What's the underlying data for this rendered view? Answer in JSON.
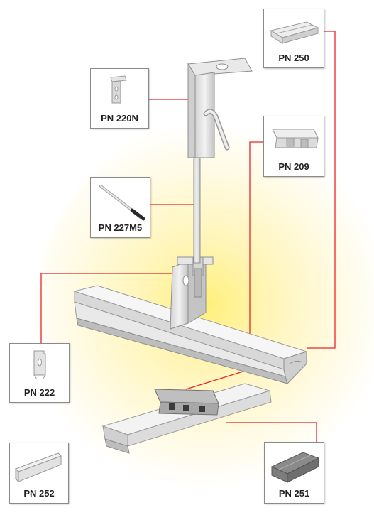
{
  "parts": [
    {
      "id": "pn-250",
      "label": "PN 250",
      "icon": "double-channel-profile-icon"
    },
    {
      "id": "pn-220n",
      "label": "PN 220N",
      "icon": "angle-bracket-icon"
    },
    {
      "id": "pn-209",
      "label": "PN 209",
      "icon": "connector-clip-icon"
    },
    {
      "id": "pn-227m5",
      "label": "PN 227M5",
      "icon": "threaded-rod-icon"
    },
    {
      "id": "pn-222",
      "label": "PN 222",
      "icon": "hanger-bracket-icon"
    },
    {
      "id": "pn-252",
      "label": "PN 252",
      "icon": "wall-angle-profile-icon"
    },
    {
      "id": "pn-251",
      "label": "PN 251",
      "icon": "c-channel-profile-icon"
    }
  ],
  "colors": {
    "connector_line": "#e8262a",
    "glow": "#fff2a8",
    "metal_light": "#eeeeee",
    "metal_mid": "#c9c9c9",
    "metal_dark": "#8e8e8e",
    "card_border": "#8a8a8a"
  }
}
